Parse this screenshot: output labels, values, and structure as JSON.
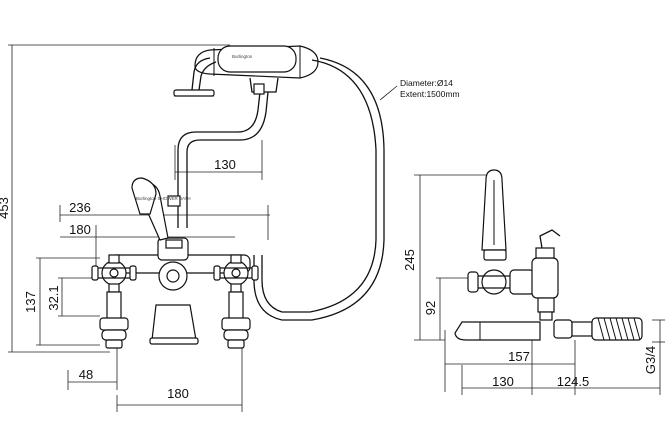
{
  "front_view": {
    "dim_overall_height": "453",
    "dim_hose_offset": "130",
    "dim_handset_reach": "236",
    "dim_lever_span": "180",
    "dim_body_height": "137",
    "dim_crosshead_height": "32.1",
    "dim_inlet_centres": "180",
    "dim_leg_height": "48"
  },
  "hose_note": {
    "diameter": "Diameter:Ø14",
    "extent": "Extent:1500mm"
  },
  "handset_label": "Burlington",
  "lever_label": "Burlington SHOWER BATH",
  "side_view": {
    "dim_total_height": "245",
    "dim_spout_height": "92",
    "dim_spout_reach": "157",
    "dim_body_to_wall": "130",
    "dim_wall_depth": "124.5",
    "dim_thread": "G3/4"
  }
}
